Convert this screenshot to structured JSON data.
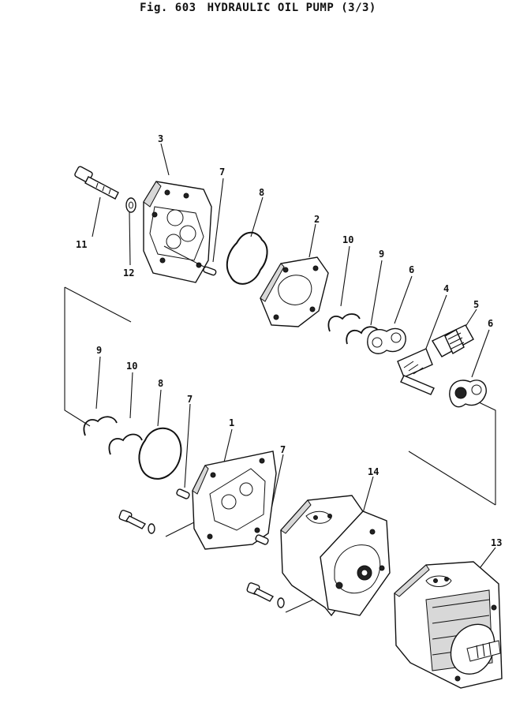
{
  "figure": {
    "number": "Fig. 603",
    "name": "HYDRAULIC OIL PUMP",
    "sheet": "(3/3)"
  },
  "callouts": [
    "1",
    "2",
    "3",
    "4",
    "5",
    "6",
    "6",
    "7",
    "7",
    "7",
    "8",
    "8",
    "9",
    "9",
    "10",
    "10",
    "11",
    "12",
    "13",
    "14"
  ]
}
